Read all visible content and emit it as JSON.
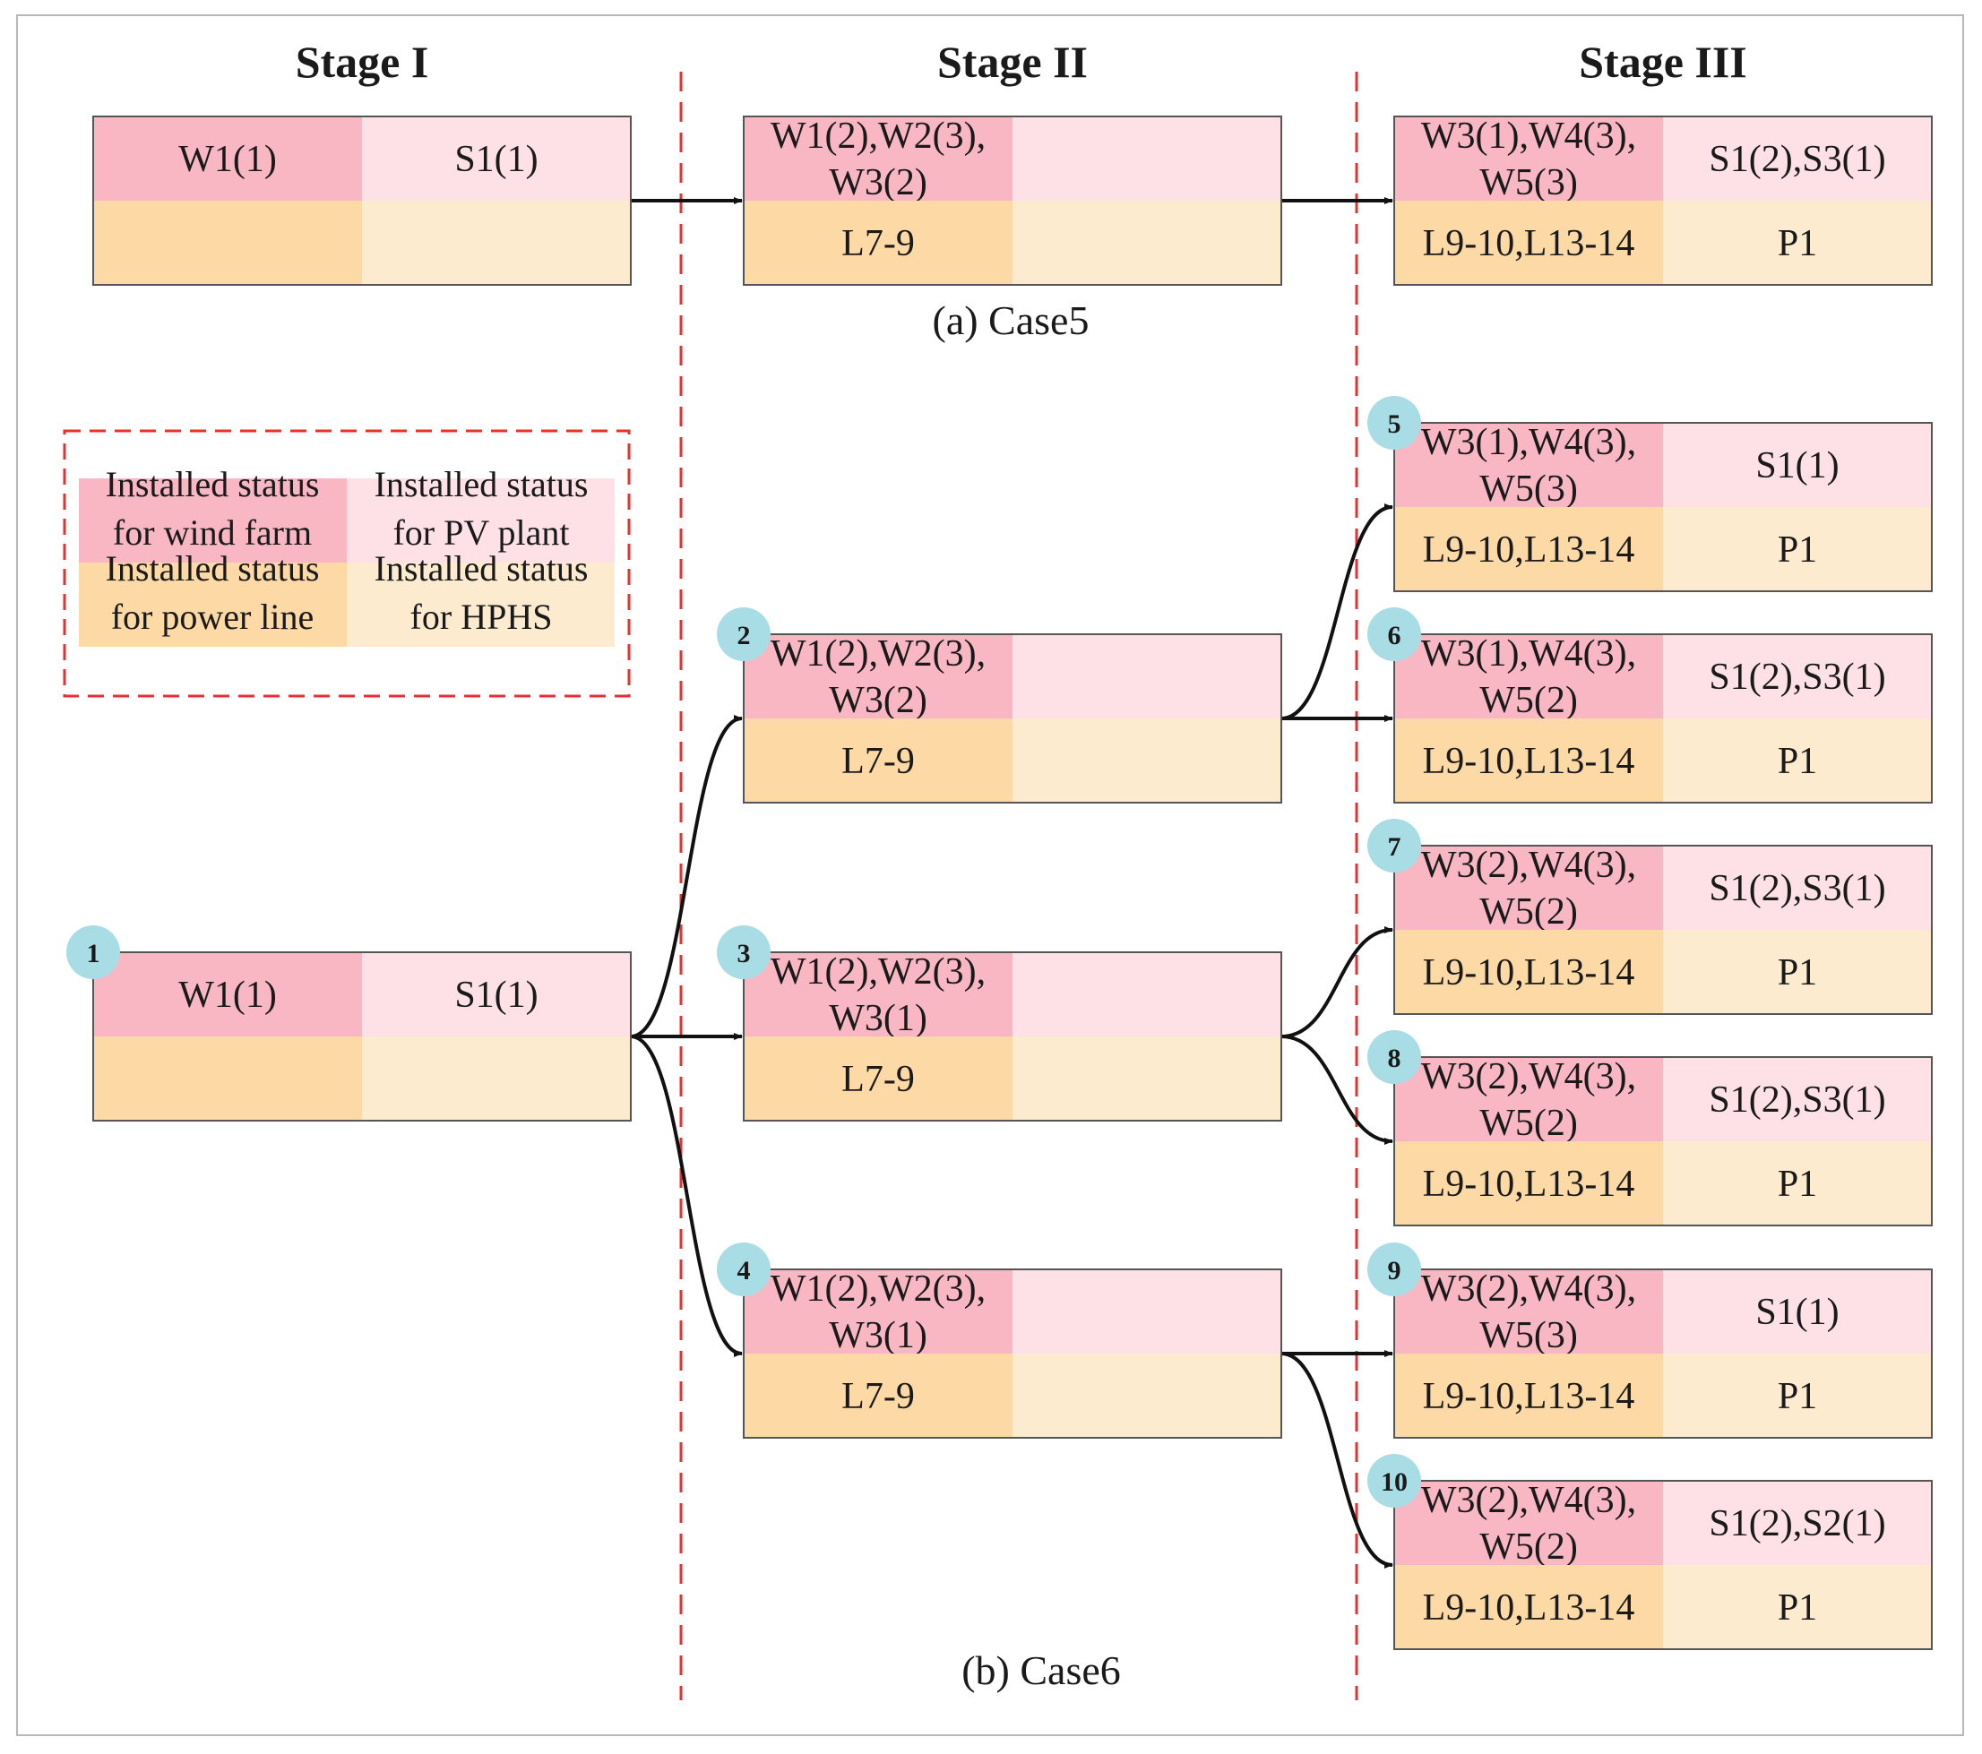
{
  "stages": [
    "Stage I",
    "Stage II",
    "Stage III"
  ],
  "captions": {
    "case5": "(a) Case5",
    "case6": "(b) Case6"
  },
  "colors": {
    "wind": "#f9b7c4",
    "pv": "#fde1e7",
    "line": "#fdd9a6",
    "hphs": "#fdebcf",
    "separator": "#e8312f",
    "badge": "#a9dde6",
    "arrow": "#111111"
  },
  "legend": {
    "wind": "Installed status\nfor wind farm",
    "pv": "Installed status\nfor PV plant",
    "line": "Installed status\nfor power line",
    "hphs": "Installed status\nfor HPHS"
  },
  "case5": [
    {
      "stage": 1,
      "wind": "W1(1)",
      "pv": "S1(1)",
      "line": "",
      "hphs": ""
    },
    {
      "stage": 2,
      "wind": "W1(2),W2(3),\nW3(2)",
      "pv": "",
      "line": "L7-9",
      "hphs": ""
    },
    {
      "stage": 3,
      "wind": "W3(1),W4(3),\nW5(3)",
      "pv": "S1(2),S3(1)",
      "line": "L9-10,L13-14",
      "hphs": "P1"
    }
  ],
  "case6": [
    {
      "id": "1",
      "wind": "W1(1)",
      "pv": "S1(1)",
      "line": "",
      "hphs": ""
    },
    {
      "id": "2",
      "wind": "W1(2),W2(3),\nW3(2)",
      "pv": "",
      "line": "L7-9",
      "hphs": ""
    },
    {
      "id": "3",
      "wind": "W1(2),W2(3),\nW3(1)",
      "pv": "",
      "line": "L7-9",
      "hphs": ""
    },
    {
      "id": "4",
      "wind": "W1(2),W2(3),\nW3(1)",
      "pv": "",
      "line": "L7-9",
      "hphs": ""
    },
    {
      "id": "5",
      "wind": "W3(1),W4(3),\nW5(3)",
      "pv": "S1(1)",
      "line": "L9-10,L13-14",
      "hphs": "P1"
    },
    {
      "id": "6",
      "wind": "W3(1),W4(3),\nW5(2)",
      "pv": "S1(2),S3(1)",
      "line": "L9-10,L13-14",
      "hphs": "P1"
    },
    {
      "id": "7",
      "wind": "W3(2),W4(3),\nW5(2)",
      "pv": "S1(2),S3(1)",
      "line": "L9-10,L13-14",
      "hphs": "P1"
    },
    {
      "id": "8",
      "wind": "W3(2),W4(3),\nW5(2)",
      "pv": "S1(2),S3(1)",
      "line": "L9-10,L13-14",
      "hphs": "P1"
    },
    {
      "id": "9",
      "wind": "W3(2),W4(3),\nW5(3)",
      "pv": "S1(1)",
      "line": "L9-10,L13-14",
      "hphs": "P1"
    },
    {
      "id": "10",
      "wind": "W3(2),W4(3),\nW5(2)",
      "pv": "S1(2),S2(1)",
      "line": "L9-10,L13-14",
      "hphs": "P1"
    }
  ],
  "case5_links": [
    [
      0,
      1
    ],
    [
      1,
      2
    ]
  ],
  "case6_links": [
    [
      "1",
      "2"
    ],
    [
      "1",
      "3"
    ],
    [
      "1",
      "4"
    ],
    [
      "2",
      "5"
    ],
    [
      "2",
      "6"
    ],
    [
      "3",
      "7"
    ],
    [
      "3",
      "8"
    ],
    [
      "4",
      "9"
    ],
    [
      "4",
      "10"
    ]
  ]
}
